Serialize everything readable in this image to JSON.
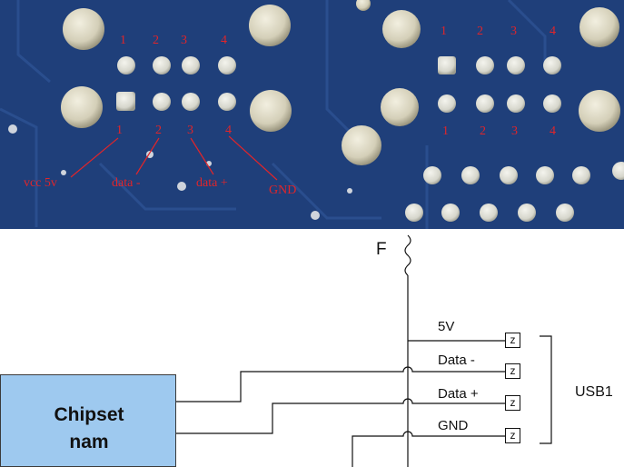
{
  "photo": {
    "left_header": {
      "top_pins": [
        "1",
        "2",
        "3",
        "4"
      ],
      "bottom_pins": [
        "1",
        "2",
        "3",
        "4"
      ],
      "signals": [
        "vcc 5v",
        "data -",
        "data +",
        "GND"
      ]
    },
    "right_header": {
      "top_pins": [
        "1",
        "2",
        "3",
        "4"
      ],
      "bottom_pins": [
        "1",
        "2",
        "3",
        "4"
      ]
    }
  },
  "diagram": {
    "fuse_label": "F",
    "chip": {
      "line1": "Chipset",
      "line2": "nam"
    },
    "wires": [
      "5V",
      "Data -",
      "Data +",
      "GND"
    ],
    "terminal_symbol": "z",
    "connector_label": "USB1"
  },
  "colors": {
    "board": "#1f3f7a",
    "pad": "#e3e3dc",
    "annotation": "#e0252a",
    "chip_fill": "#9ec9ef"
  }
}
